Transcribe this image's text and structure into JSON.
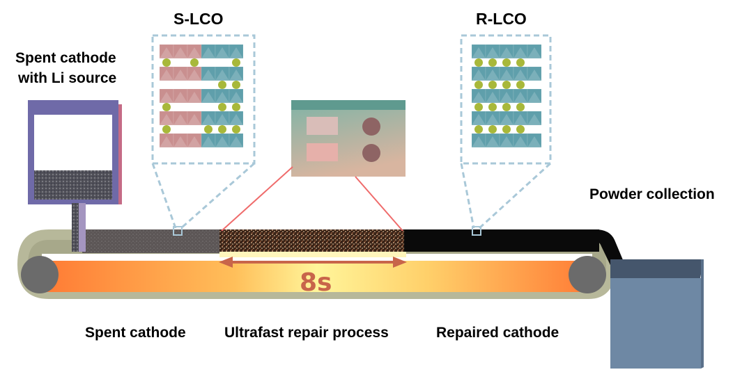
{
  "labels": {
    "spent_with_li_line1": "Spent cathode",
    "spent_with_li_line2": "with Li source",
    "s_lco": "S-LCO",
    "r_lco": "R-LCO",
    "powder_collection": "Powder collection",
    "spent_cathode": "Spent cathode",
    "ultrafast_repair": "Ultrafast repair process",
    "repaired_cathode": "Repaired cathode",
    "duration": "8s"
  },
  "colors": {
    "hopper": "#6f6aa8",
    "belt": "#b7b89a",
    "roller": "#6b6b6b",
    "heat_hot": "#ff8a3c",
    "heat_light": "#fff59a",
    "spent_powder": "#5f5a5a",
    "repair_powder": "#b5603a",
    "repaired_powder": "#0a0a0a",
    "controller": "#7fb3a6",
    "knob": "#8e6464",
    "laser_line": "#ef6b6b",
    "arrow": "#c8654a",
    "callout": "#a9c8d8",
    "octa_red": "#c98f8f",
    "octa_teal": "#5f9fab",
    "li_atom": "#a8b83a",
    "bin": "#6e88a4"
  }
}
